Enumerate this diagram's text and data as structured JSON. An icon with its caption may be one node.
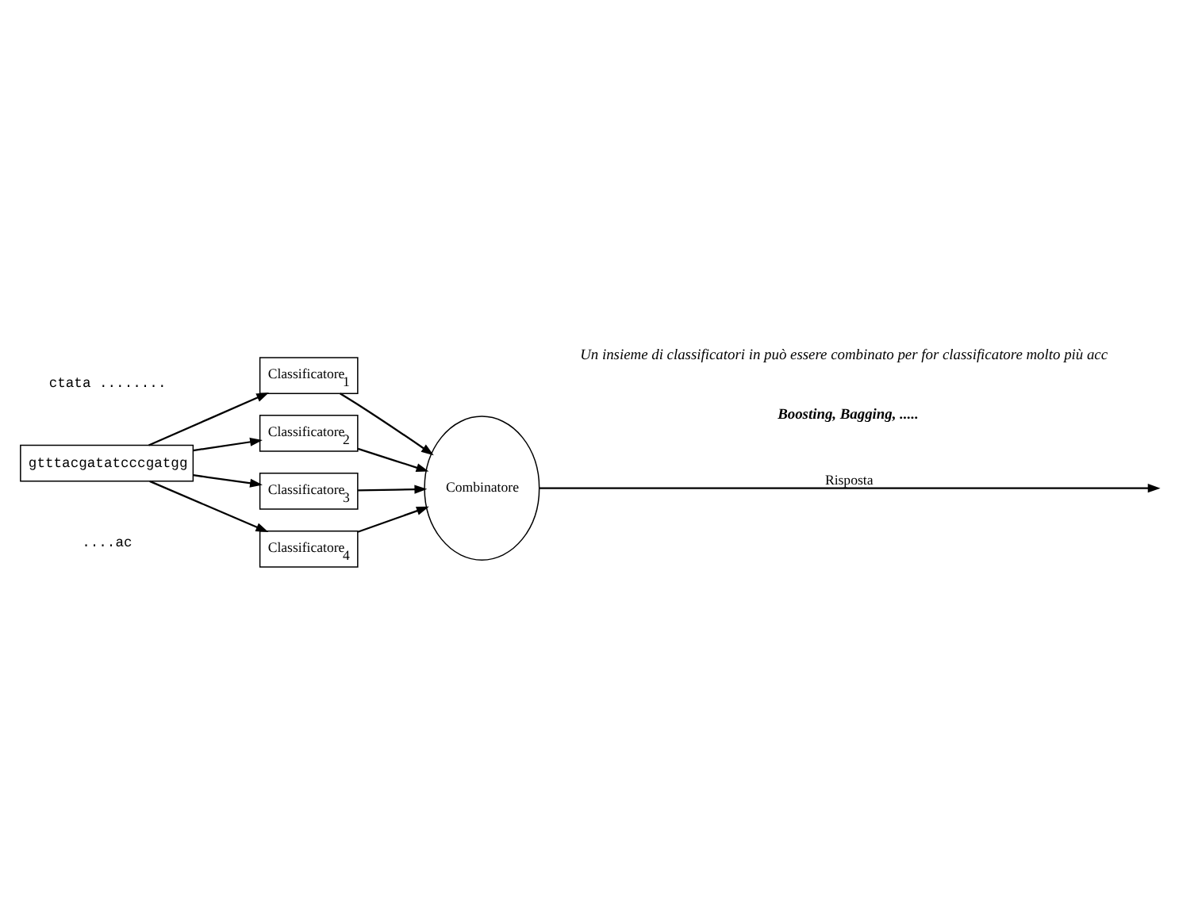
{
  "diagram": {
    "nodes": [
      {
        "text": [
          "gtttacgatatcccgatgg"
        ]
      },
      {
        "text": [
          "Classificatore$_{1}$"
        ]
      },
      {
        "text": [
          "Classificatore$_{2}$"
        ]
      },
      {
        "text": [
          "Classificatore$_{3}$"
        ]
      },
      {
        "text": [
          "Classificatore$_{4}$"
        ]
      },
      {
        "text": [
          "Combinatore"
        ]
      }
    ],
    "edges": [
      {
        "from": 0,
        "to": 1,
        "arrow": "to"
      },
      {
        "from": 0,
        "to": 2,
        "arrow": "to"
      },
      {
        "from": 0,
        "to": 3,
        "arrow": "to"
      },
      {
        "from": 0,
        "to": 4,
        "arrow": "to"
      },
      {
        "from": 1,
        "to": 5,
        "arrow": "to"
      },
      {
        "from": 2,
        "to": 5,
        "arrow": "to"
      },
      {
        "from": 3,
        "to": 5,
        "arrow": "to"
      },
      {
        "from": 4,
        "to": 5,
        "arrow": "to"
      },
      {
        "from": 5,
        "to": null,
        "label": "Risposta",
        "arrow": "to"
      }
    ],
    "labels": [
      "ctata ........",
      "....ac",
      "Un insieme di classificatori in può essere combinato per for classificatore molto più acc",
      "Boosting, Bagging, ....."
    ]
  }
}
